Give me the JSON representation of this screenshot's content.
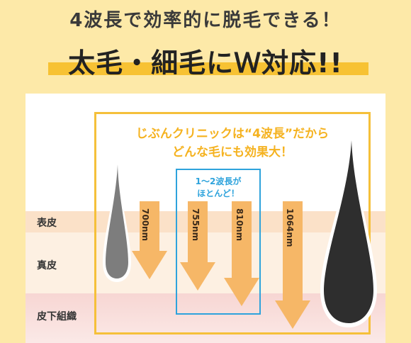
{
  "headline": "4波長で効率的に脱毛できる！",
  "title": "太毛・細毛にＷ対応!!",
  "box": {
    "line1": "じぶんクリニックは“4波長”だから",
    "line2": "どんな毛にも効果大！"
  },
  "blue_box": {
    "line1": "1～2波長が",
    "line2": "ほとんど！"
  },
  "layers": {
    "epidermis": "表皮",
    "dermis": "真皮",
    "subcutaneous": "皮下組織"
  },
  "wavelengths": [
    "700nm",
    "755nm",
    "810nm",
    "1064nm"
  ],
  "colors": {
    "background": "#fde9a8",
    "highlight": "#f7c233",
    "box_border": "#f5c03a",
    "blue": "#2ea3dc",
    "arrow": "#f6b767"
  },
  "icons": {
    "thin_hair": "thin-hair-icon",
    "thick_hair": "thick-hair-icon"
  }
}
